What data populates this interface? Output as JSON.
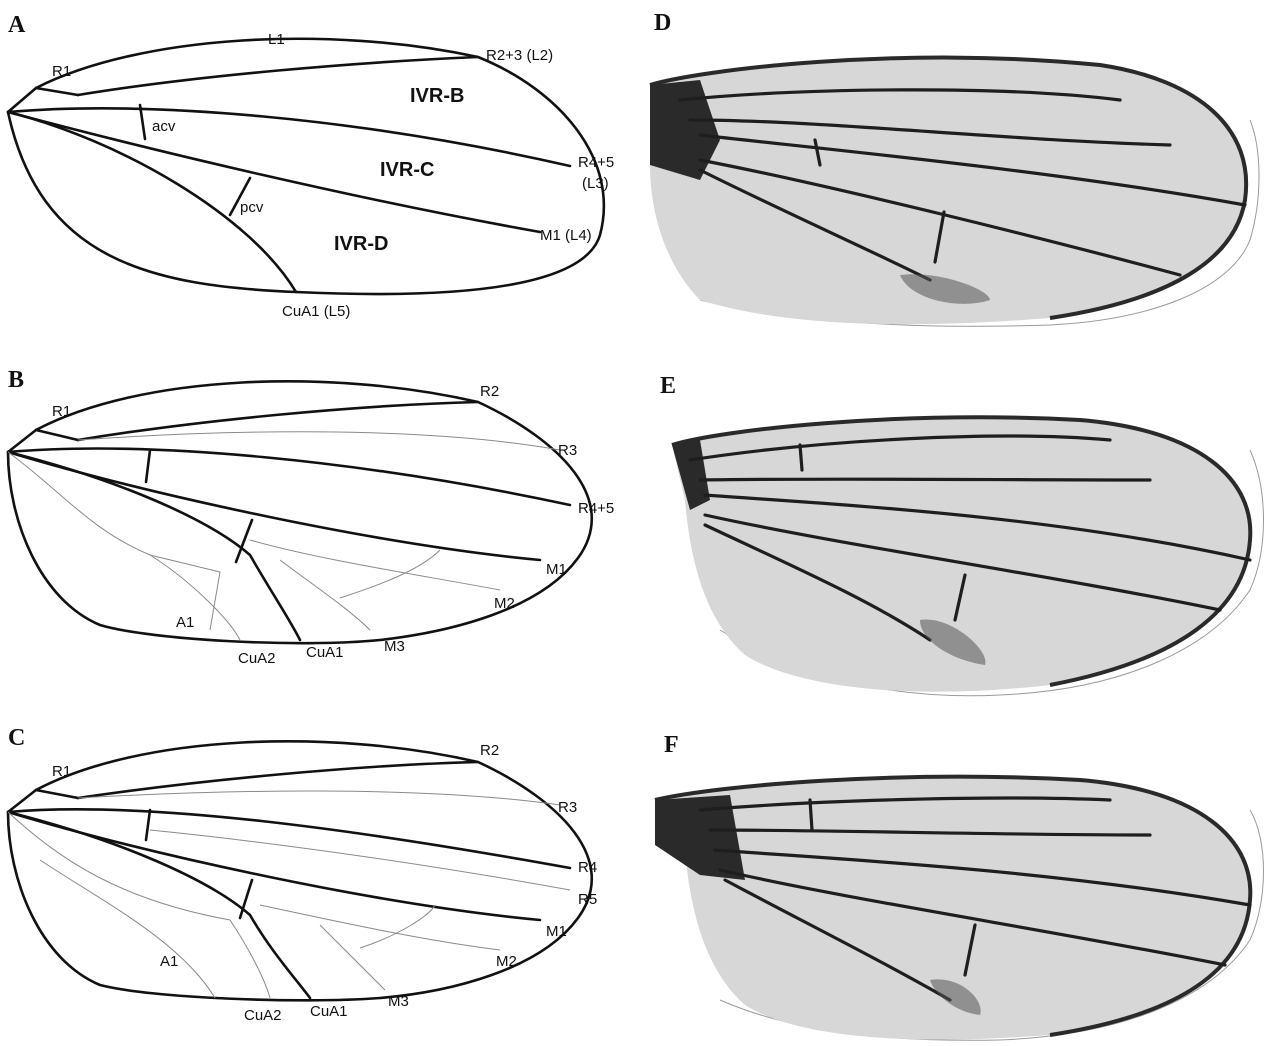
{
  "panels": {
    "A": {
      "letter": "A",
      "veins": {
        "l1": "L1",
        "r1": "R1",
        "r23": "R2+3 (L2)",
        "acv": "acv",
        "r45": "R4+5",
        "l3": "(L3)",
        "pcv": "pcv",
        "m1": "M1 (L4)",
        "cua1": "CuA1 (L5)"
      },
      "regions": {
        "b": "IVR-B",
        "c": "IVR-C",
        "d": "IVR-D"
      }
    },
    "B": {
      "letter": "B",
      "veins": {
        "r1": "R1",
        "r2": "R2",
        "r3": "R3",
        "r45": "R4+5",
        "m1": "M1",
        "m2": "M2",
        "m3": "M3",
        "a1": "A1",
        "cua2": "CuA2",
        "cua1": "CuA1"
      }
    },
    "C": {
      "letter": "C",
      "veins": {
        "r1": "R1",
        "r2": "R2",
        "r3": "R3",
        "r4": "R4",
        "r5": "R5",
        "m1": "M1",
        "m2": "M2",
        "m3": "M3",
        "a1": "A1",
        "cua2": "CuA2",
        "cua1": "CuA1"
      }
    },
    "D": {
      "letter": "D"
    },
    "E": {
      "letter": "E"
    },
    "F": {
      "letter": "F"
    }
  },
  "colors": {
    "ink": "#111111",
    "minor_vein": "#8a8a8a",
    "photo_membrane": "#d7d7d7"
  }
}
